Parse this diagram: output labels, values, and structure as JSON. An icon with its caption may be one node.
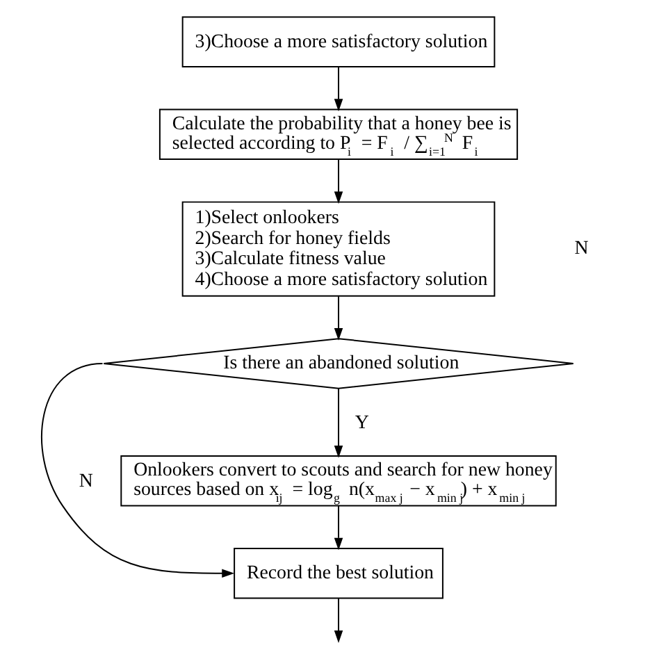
{
  "diagram": {
    "nodes": [
      {
        "text": [
          "3)Choose a more satisfactory solution"
        ]
      },
      {
        "text": [
          "Calculate the probability that a honey bee is selected according to P$_{i}$ = F$_{i}$ / ∑$_{i=1}$$^{N}$ F$_{i}$"
        ]
      },
      {
        "text": [
          "1)Select onlookers",
          "2)Search for honey fields",
          "3)Calculate fitness value",
          "4)Choose a more satisfactory solution"
        ]
      },
      {
        "text": [
          "Is there an abandoned solution"
        ]
      },
      {
        "text": [
          "Onlookers convert to scouts and search for new honey sources based on x$_{ij}$ = log$_{g}$ n(x$_{max j}$ − x$_{min j}$) + x$_{min j}$"
        ]
      },
      {
        "text": [
          "Record the best solution"
        ]
      }
    ],
    "edges": [
      {
        "from": 0,
        "to": 1,
        "arrow": "to"
      },
      {
        "from": 1,
        "to": 2,
        "arrow": "to"
      },
      {
        "from": 2,
        "to": 3,
        "arrow": "to"
      },
      {
        "from": 3,
        "to": 4,
        "label": "Y",
        "arrow": "to"
      },
      {
        "from": 3,
        "to": 5,
        "label": "N",
        "arrow": "to"
      },
      {
        "from": 4,
        "to": 5,
        "arrow": "to"
      },
      {
        "from": 5,
        "to": null,
        "arrow": "to"
      }
    ],
    "labels": [
      "N"
    ]
  }
}
